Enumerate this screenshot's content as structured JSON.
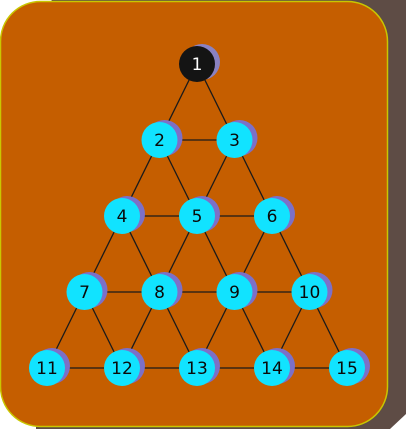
{
  "colors": {
    "shadow_panel": "#5e4c45",
    "board_fill": "#c55e00",
    "board_border": "#c9c600",
    "line": "#1a1a1a",
    "peg_fill": "#11e3ff",
    "peg_shadow": "#7c70c8",
    "empty_fill": "#141414",
    "empty_shadow": "#8a82c2"
  },
  "board": {
    "rows": 5,
    "empty_hole": 1,
    "holes": [
      {
        "label": "1",
        "filled": false
      },
      {
        "label": "2",
        "filled": true
      },
      {
        "label": "3",
        "filled": true
      },
      {
        "label": "4",
        "filled": true
      },
      {
        "label": "5",
        "filled": true
      },
      {
        "label": "6",
        "filled": true
      },
      {
        "label": "7",
        "filled": true
      },
      {
        "label": "8",
        "filled": true
      },
      {
        "label": "9",
        "filled": true
      },
      {
        "label": "10",
        "filled": true
      },
      {
        "label": "11",
        "filled": true
      },
      {
        "label": "12",
        "filled": true
      },
      {
        "label": "13",
        "filled": true
      },
      {
        "label": "14",
        "filled": true
      },
      {
        "label": "15",
        "filled": true
      }
    ]
  }
}
